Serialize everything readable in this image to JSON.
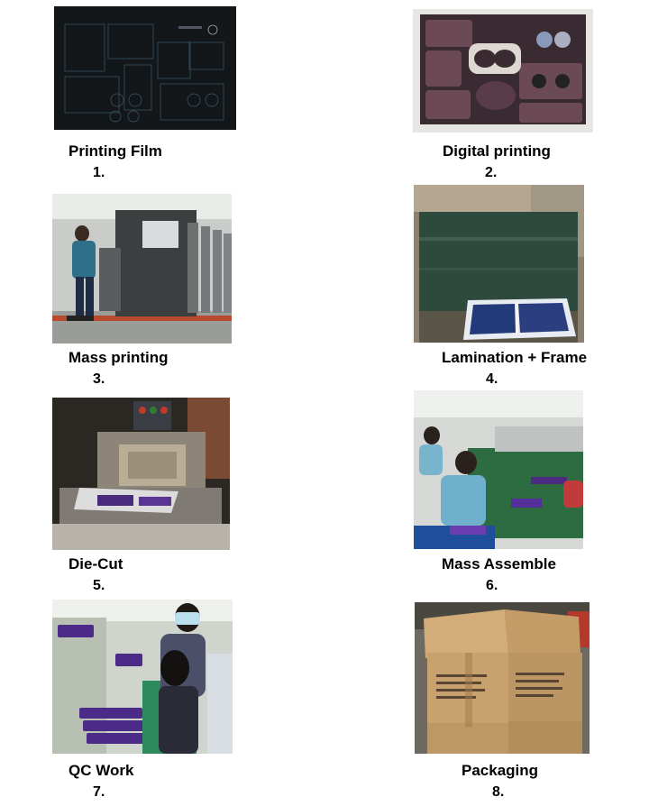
{
  "steps": [
    {
      "number": "1.",
      "title": "Printing Film"
    },
    {
      "number": "2.",
      "title": "Digital printing"
    },
    {
      "number": "3.",
      "title": "Mass printing"
    },
    {
      "number": "4.",
      "title": "Lamination + Frame"
    },
    {
      "number": "5.",
      "title": "Die-Cut"
    },
    {
      "number": "6.",
      "title": "Mass Assemble"
    },
    {
      "number": "7.",
      "title": "QC Work"
    },
    {
      "number": "8.",
      "title": "Packaging"
    }
  ]
}
